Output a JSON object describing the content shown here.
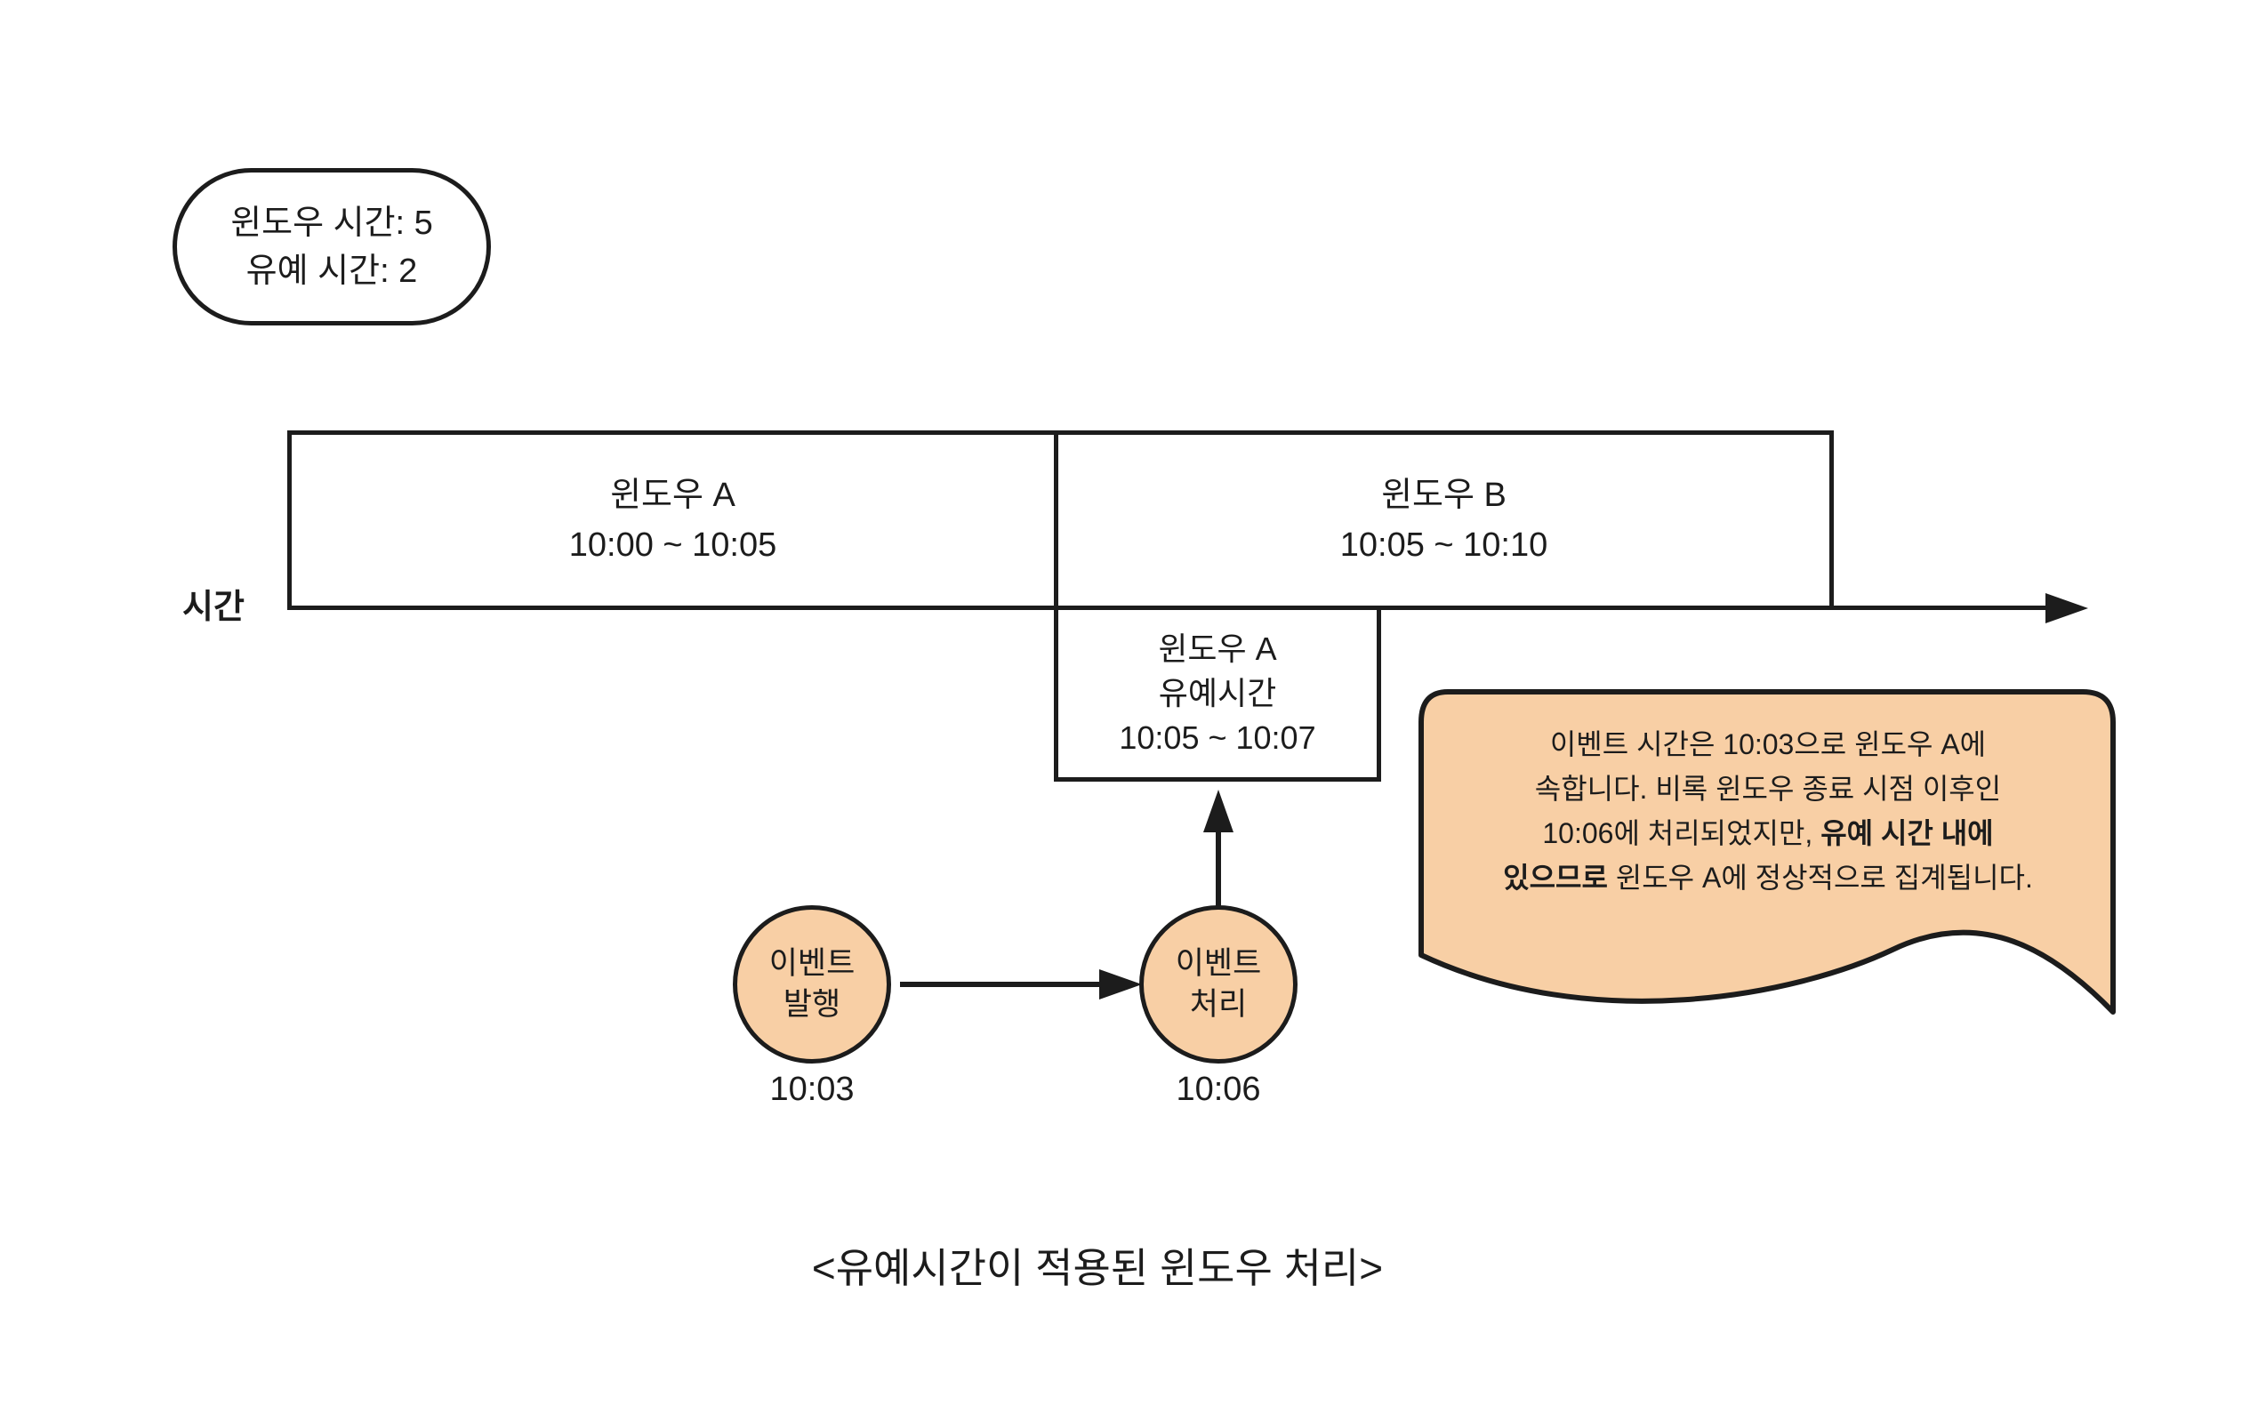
{
  "legend": {
    "line1": "윈도우 시간: 5",
    "line2": "유예 시간: 2"
  },
  "timeline": {
    "axis_label": "시간"
  },
  "windows": [
    {
      "name": "윈도우 A",
      "range": "10:00 ~ 10:05"
    },
    {
      "name": "윈도우 B",
      "range": "10:05 ~ 10:10"
    }
  ],
  "grace_window": {
    "name": "윈도우 A",
    "sub": "유예시간",
    "range": "10:05 ~ 10:07"
  },
  "events": [
    {
      "label": "이벤트\n발행",
      "time": "10:03"
    },
    {
      "label": "이벤트\n처리",
      "time": "10:06"
    }
  ],
  "note": {
    "lines": [
      [
        {
          "text": "이벤트 시간은 10:03으로 윈도우 A에",
          "bold": false
        }
      ],
      [
        {
          "text": "속합니다. 비록 윈도우 종료 시점 이후인",
          "bold": false
        }
      ],
      [
        {
          "text": "10:06에 처리되었지만, ",
          "bold": false
        },
        {
          "text": "유예 시간 내에",
          "bold": true
        }
      ],
      [
        {
          "text": "있으므로",
          "bold": true
        },
        {
          "text": " 윈도우 A에 정상적으로 집계됩니다.",
          "bold": false
        }
      ]
    ]
  },
  "caption": "<유예시간이 적용된 윈도우 처리>",
  "colors": {
    "peach": "#f8cfa5",
    "outline": "#1c1c1c"
  }
}
